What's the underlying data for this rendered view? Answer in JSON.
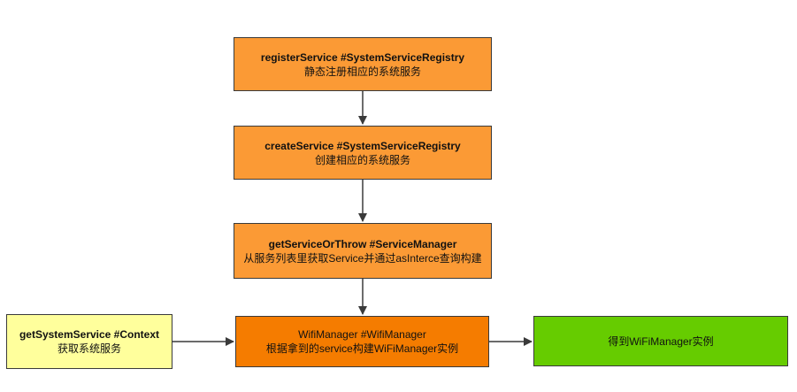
{
  "nodes": {
    "register": {
      "title": "registerService  #SystemServiceRegistry",
      "subtitle": "静态注册相应的系统服务"
    },
    "create": {
      "title": "createService  #SystemServiceRegistry",
      "subtitle": "创建相应的系统服务"
    },
    "get_service": {
      "title": "getServiceOrThrow  #ServiceManager",
      "subtitle": "从服务列表里获取Service并通过asInterce查询构建"
    },
    "wifi_manager": {
      "title": "WifiManager  #WifiManager",
      "subtitle": "根据拿到的service构建WiFiManager实例"
    },
    "context": {
      "title": "getSystemService  #Context",
      "subtitle": "获取系统服务"
    },
    "result": {
      "title": "得到WiFiManager实例"
    }
  },
  "colors": {
    "orange": "#fb9a35",
    "orange_dark": "#f57c00",
    "yellow": "#ffff9c",
    "green": "#66cc00",
    "border": "#3a3a3a"
  }
}
